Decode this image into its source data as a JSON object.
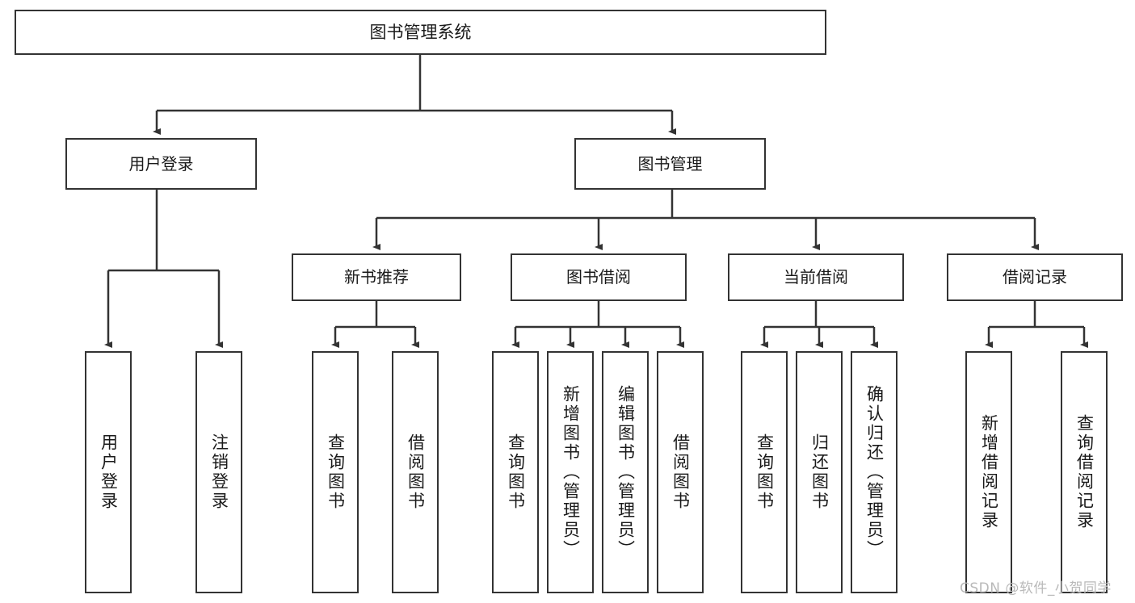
{
  "diagram": {
    "title_node": {
      "label": "图书管理系统"
    },
    "level2": [
      {
        "id": "user-login",
        "label": "用户登录"
      },
      {
        "id": "book-management",
        "label": "图书管理"
      }
    ],
    "level3": [
      {
        "id": "new-book-recommend",
        "label": "新书推荐"
      },
      {
        "id": "book-borrow",
        "label": "图书借阅"
      },
      {
        "id": "current-borrow",
        "label": "当前借阅"
      },
      {
        "id": "borrow-record",
        "label": "借阅记录"
      }
    ],
    "leaves": [
      {
        "id": "leaf-user-login",
        "label": "用户登录"
      },
      {
        "id": "leaf-logout",
        "label": "注销登录"
      },
      {
        "id": "leaf-query-book-1",
        "label": "查询图书"
      },
      {
        "id": "leaf-borrow-book-1",
        "label": "借阅图书"
      },
      {
        "id": "leaf-query-book-2",
        "label": "查询图书"
      },
      {
        "id": "leaf-add-book",
        "label": "新增图书（管理员）"
      },
      {
        "id": "leaf-edit-book",
        "label": "编辑图书（管理员）"
      },
      {
        "id": "leaf-borrow-book-2",
        "label": "借阅图书"
      },
      {
        "id": "leaf-query-book-3",
        "label": "查询图书"
      },
      {
        "id": "leaf-return-book",
        "label": "归还图书"
      },
      {
        "id": "leaf-confirm-return",
        "label": "确认归还（管理员）"
      },
      {
        "id": "leaf-add-record",
        "label": "新增借阅记录"
      },
      {
        "id": "leaf-query-record",
        "label": "查询借阅记录"
      }
    ]
  },
  "watermark": {
    "text": "CSDN @软件_小贺同学"
  },
  "colors": {
    "stroke": "#333333",
    "background": "#ffffff",
    "text": "#1a1a1a",
    "watermark": "#b9b9b9"
  }
}
